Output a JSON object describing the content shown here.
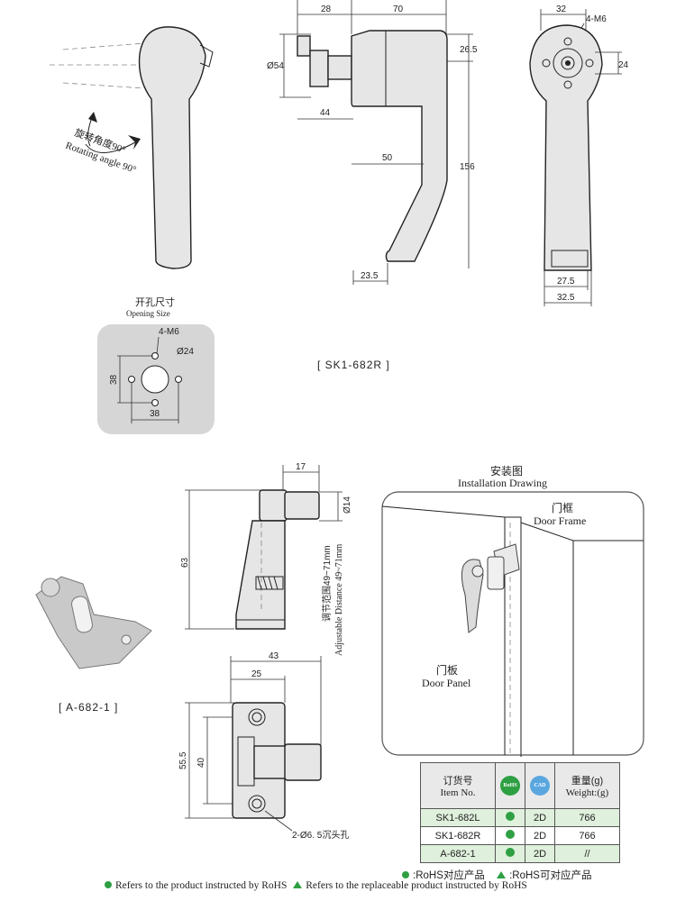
{
  "top": {
    "rotation_cn": "旋转角度90°",
    "rotation_en": "Rotating angle 90°",
    "dims_side": {
      "d28": "28",
      "d70": "70",
      "d26_5": "26.5",
      "d54": "Ø54",
      "d44": "44",
      "d50": "50",
      "d156": "156",
      "d23_5": "23.5"
    },
    "dims_right": {
      "d32": "32",
      "m6": "4-M6",
      "d24": "24",
      "d27_5": "27.5",
      "d32_5": "32.5"
    },
    "opening": {
      "title_cn": "开孔尺寸",
      "title_en": "Opening Size",
      "m6": "4-M6",
      "d24": "Ø24",
      "d38v": "38",
      "d38h": "38"
    },
    "model_label": "[ SK1-682R ]"
  },
  "bracket": {
    "d17": "17",
    "d14": "Ø14",
    "d63": "63",
    "adj_cn": "调节范围49~71mm",
    "adj_en": "Adjustable Distance 49~71mm",
    "d43": "43",
    "d25": "25",
    "d55_5": "55.5",
    "d40": "40",
    "hole_note": "2-Ø6. 5沉头孔",
    "part_label": "[ A-682-1 ]"
  },
  "install": {
    "title_cn": "安装图",
    "title_en": "Installation Drawing",
    "frame_cn": "门框",
    "frame_en": "Door Frame",
    "panel_cn": "门板",
    "panel_en": "Door Panel"
  },
  "table": {
    "head_item_cn": "订货号",
    "head_item_en": "Item No.",
    "rohs_badge": "RoHS",
    "cad_badge": "CAD",
    "head_weight_cn": "重量(g)",
    "head_weight_en": "Weight:(g)",
    "rows": [
      {
        "item": "SK1-682L",
        "cad": "2D",
        "weight": "766"
      },
      {
        "item": "SK1-682R",
        "cad": "2D",
        "weight": "766"
      },
      {
        "item": "A-682-1",
        "cad": "2D",
        "weight": "//"
      }
    ]
  },
  "legend": {
    "rohs_cn": ":RoHS对应产品",
    "rohs_replace_cn": ":RoHS可对应产品",
    "rohs_en": "Refers to the product instructed by RoHS",
    "rohs_replace_en": "Refers to the replaceable product instructed by RoHS",
    "green": "#2ea043"
  }
}
